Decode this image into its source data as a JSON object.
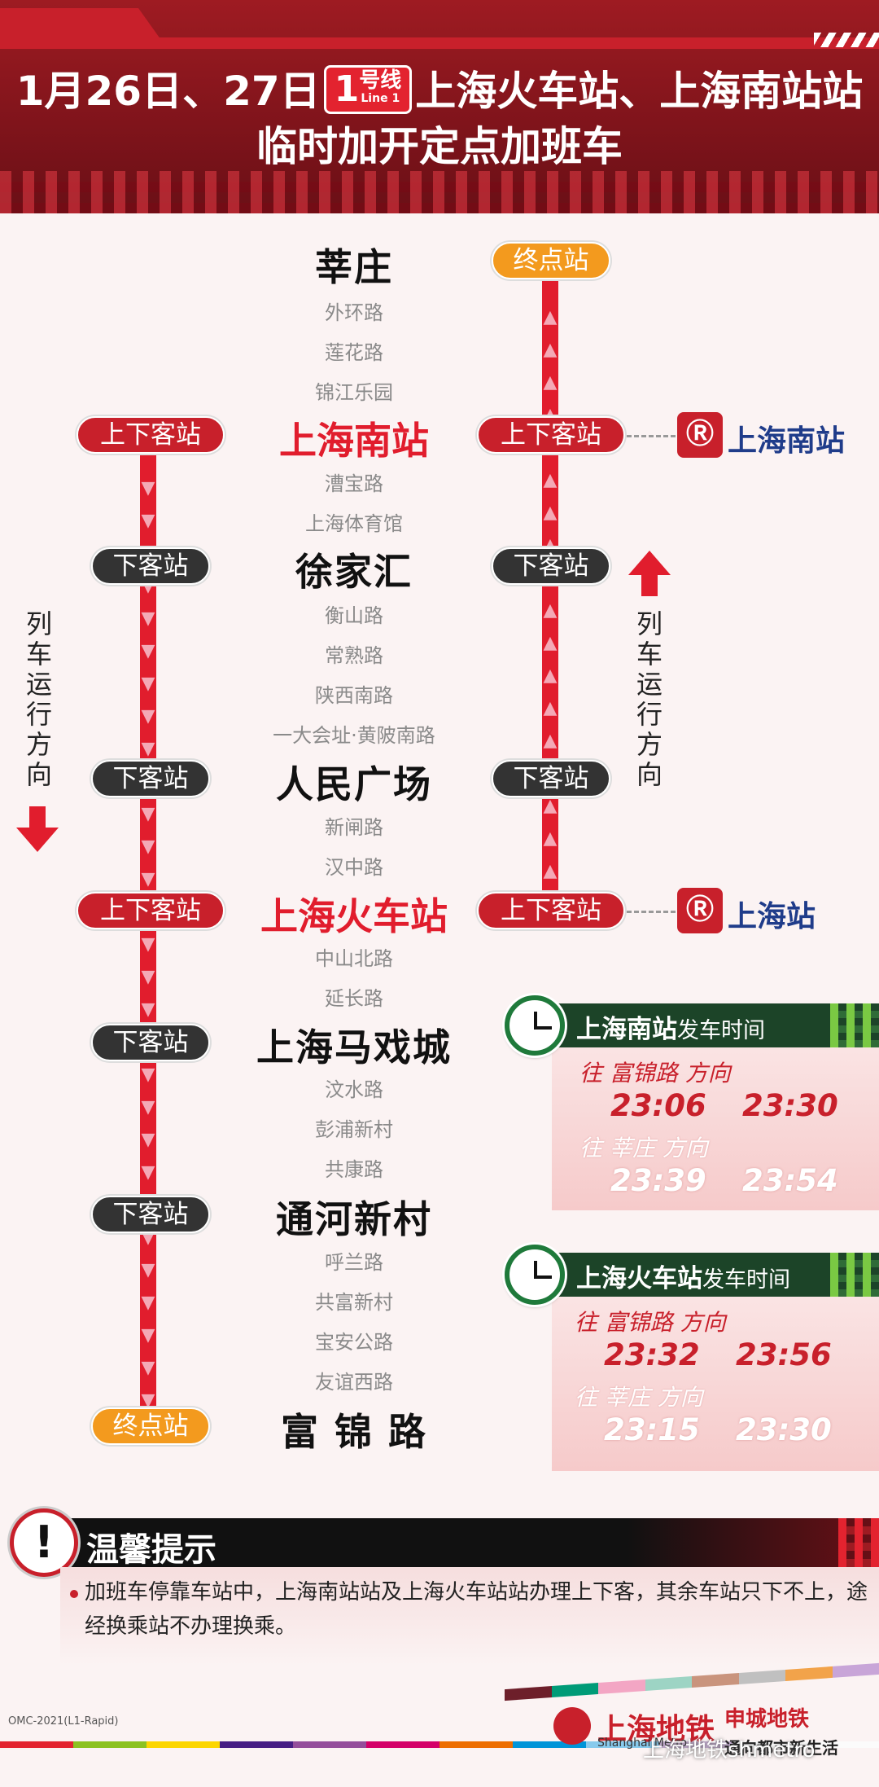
{
  "header": {
    "date": "1月26日、27日",
    "line_num": "1",
    "line_cn": "号线",
    "line_en": "Line 1",
    "stations_title": "上海火车站、上海南站站",
    "subtitle": "临时加开定点加班车"
  },
  "pills": {
    "terminal": "终点站",
    "board_alight": "上下客站",
    "alight": "下客站"
  },
  "stations": {
    "xinzhuang": "莘庄",
    "waihuan": "外环路",
    "lianhua": "莲花路",
    "jinjiang": "锦江乐园",
    "shanghai_south": "上海南站",
    "caobao": "漕宝路",
    "stadium": "上海体育馆",
    "xujiahui": "徐家汇",
    "hengshan": "衡山路",
    "changshu": "常熟路",
    "shaanxi_s": "陕西南路",
    "huangpi": "一大会址·黄陂南路",
    "peoples_square": "人民广场",
    "xinzha": "新闸路",
    "hanzhong": "汉中路",
    "shanghai_rail": "上海火车站",
    "zhongshan_n": "中山北路",
    "yanchang": "延长路",
    "circus": "上海马戏城",
    "wenshui": "汶水路",
    "pengpu": "彭浦新村",
    "gongkang": "共康路",
    "tonghe": "通河新村",
    "hulan": "呼兰路",
    "gongfu": "共富新村",
    "baoan": "宝安公路",
    "youyi_w": "友谊西路",
    "fujin": "富 锦 路"
  },
  "direction_label": "列车运行方向",
  "rail": {
    "south_name": "上海南站",
    "main_name": "上海站"
  },
  "timetables": [
    {
      "station": "上海南站",
      "suffix": "发车时间",
      "dir1": "往  富锦路  方向",
      "times1": [
        "23:06",
        "23:30"
      ],
      "dir2": "往  莘庄  方向",
      "times2": [
        "23:39",
        "23:54"
      ]
    },
    {
      "station": "上海火车站",
      "suffix": "发车时间",
      "dir1": "往  富锦路  方向",
      "times1": [
        "23:32",
        "23:56"
      ],
      "dir2": "往  莘庄  方向",
      "times2": [
        "23:15",
        "23:30"
      ]
    }
  ],
  "notice": {
    "title": "温馨提示",
    "text": "加班车停靠车站中，上海南站站及上海火车站站办理上下客，其余车站只下不上，途经换乘站不办理换乘。"
  },
  "footer": {
    "code": "OMC-2021(L1-Rapid)",
    "brand": "上海地铁",
    "brand_en": "Shanghai Metro",
    "slogan_top": "申城地铁",
    "slogan_bottom": "通向都市新生活",
    "watermark": "上海地铁shmetro"
  },
  "colors": {
    "line1_red": "#e11d2d",
    "header_dark": "#6a0f16",
    "terminal_orange": "#f39a1e",
    "timetable_green": "#1c4428"
  }
}
